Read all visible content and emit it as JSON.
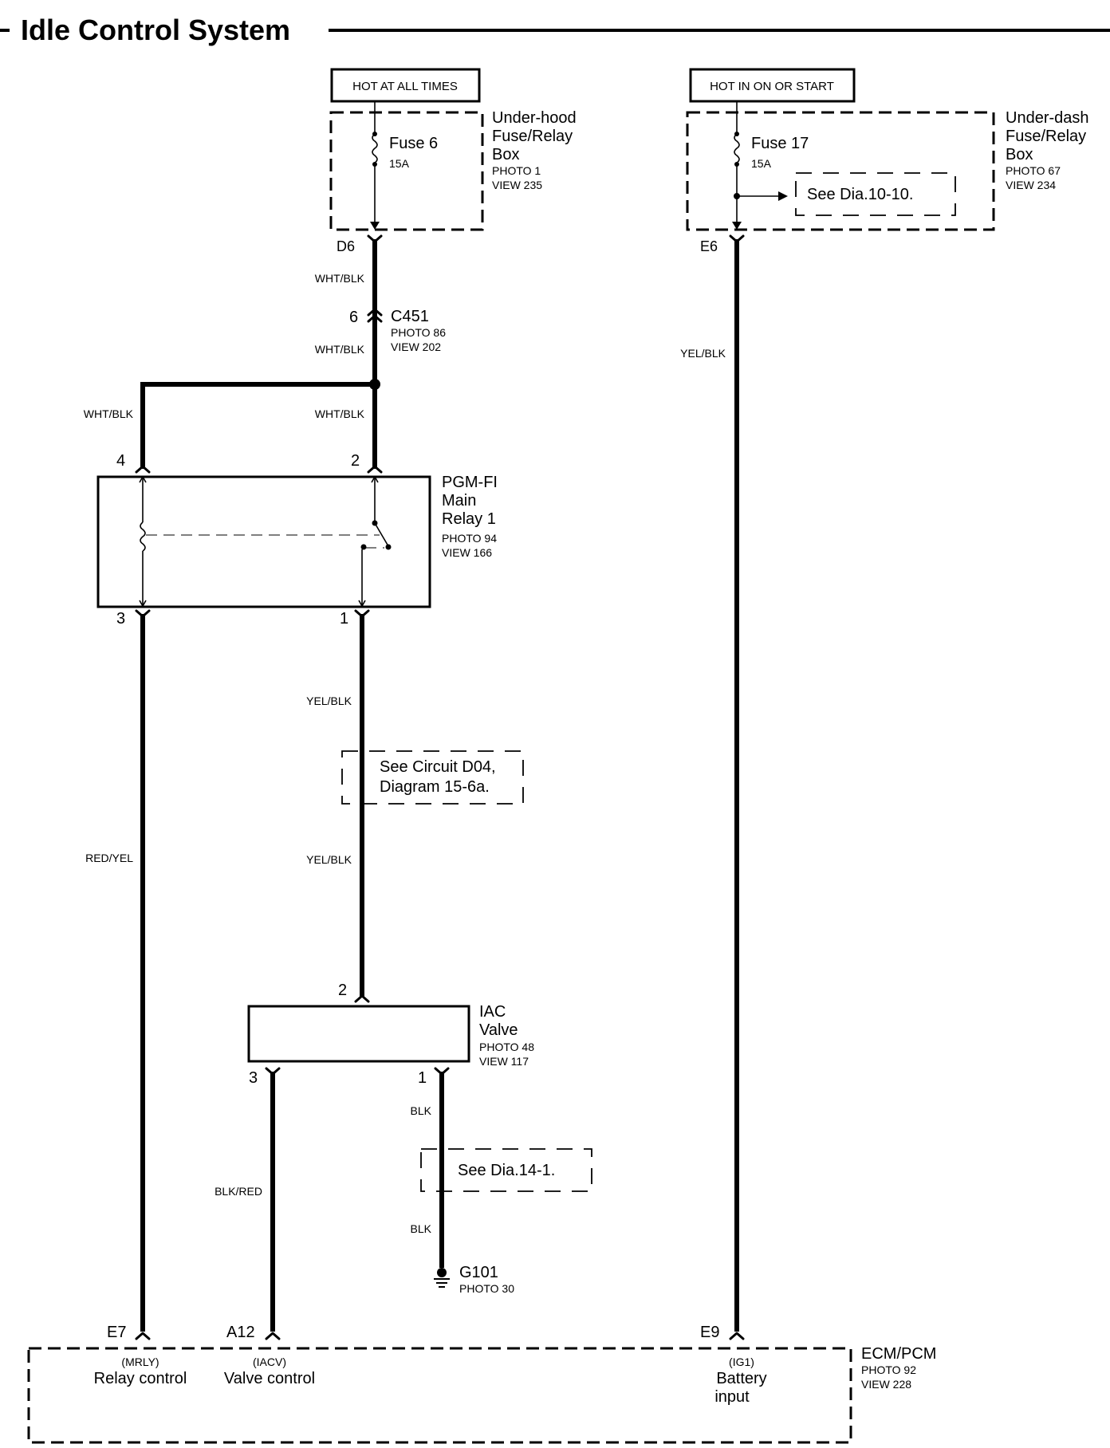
{
  "title": "Idle Control System",
  "sources": {
    "hot_at_all_times": "HOT AT ALL TIMES",
    "hot_in_on_or_start": "HOT IN ON OR START"
  },
  "underhood_box": {
    "name_line1": "Under-hood",
    "name_line2": "Fuse/Relay",
    "name_line3": "Box",
    "photo": "PHOTO 1",
    "view": "VIEW 235",
    "fuse_name": "Fuse 6",
    "fuse_rating": "15A",
    "terminal": "D6"
  },
  "underdash_box": {
    "name_line1": "Under-dash",
    "name_line2": "Fuse/Relay",
    "name_line3": "Box",
    "photo": "PHOTO 67",
    "view": "VIEW 234",
    "fuse_name": "Fuse 17",
    "fuse_rating": "15A",
    "terminal": "E6",
    "see_note": "See Dia.10-10."
  },
  "connector_c451": {
    "pin": "6",
    "name": "C451",
    "photo": "PHOTO 86",
    "view": "VIEW 202"
  },
  "relay": {
    "name_line1": "PGM-FI",
    "name_line2": "Main",
    "name_line3": "Relay 1",
    "photo": "PHOTO 94",
    "view": "VIEW 166",
    "pin_top_left": "4",
    "pin_top_right": "2",
    "pin_bottom_left": "3",
    "pin_bottom_right": "1"
  },
  "iac_valve": {
    "name_line1": "IAC",
    "name_line2": "Valve",
    "photo": "PHOTO 48",
    "view": "VIEW 117",
    "pin_top": "2",
    "pin_bottom_left": "3",
    "pin_bottom_right": "1"
  },
  "ground": {
    "name": "G101",
    "photo": "PHOTO 30",
    "see_note": "See Dia.14-1."
  },
  "circuit_note": {
    "line1": "See Circuit D04,",
    "line2": "Diagram 15-6a."
  },
  "wire_colors": {
    "d6_to_c451": "WHT/BLK",
    "c451_below": "WHT/BLK",
    "relay_pin4": "WHT/BLK",
    "relay_pin2": "WHT/BLK",
    "e6_to_e9": "YEL/BLK",
    "relay1_upper": "YEL/BLK",
    "relay1_lower": "YEL/BLK",
    "relay3_to_e7": "RED/YEL",
    "iac3_to_a12": "BLK/RED",
    "iac1_upper": "BLK",
    "iac1_lower": "BLK"
  },
  "ecm": {
    "name": "ECM/PCM",
    "photo": "PHOTO 92",
    "view": "VIEW 228",
    "pin_e7": "E7",
    "pin_a12": "A12",
    "pin_e9": "E9",
    "e7_code": "(MRLY)",
    "e7_label": "Relay control",
    "a12_code": "(IACV)",
    "a12_label": "Valve control",
    "e9_code": "(IG1)",
    "e9_label_line1": "Battery",
    "e9_label_line2": "input"
  }
}
